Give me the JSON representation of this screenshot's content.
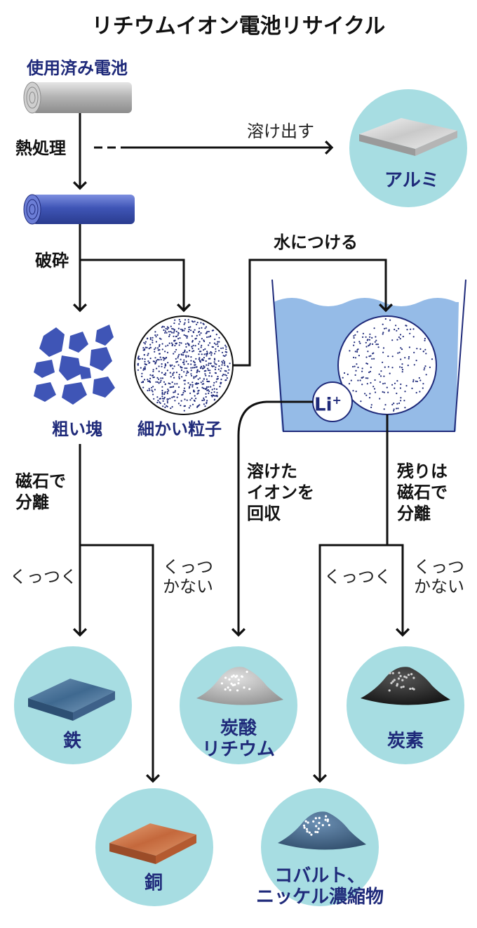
{
  "title": "リチウムイオン電池リサイクル",
  "nodes": {
    "used_battery": "使用済み電池",
    "aluminum": "アルミ",
    "coarse_lumps": "粗い塊",
    "fine_particles": "細かい粒子",
    "iron": "鉄",
    "copper": "銅",
    "lithium_carbonate_1": "炭酸",
    "lithium_carbonate_2": "リチウム",
    "carbon": "炭素",
    "cobalt_nickel_1": "コバルト、",
    "cobalt_nickel_2": "ニッケル濃縮物",
    "li_ion": "Li",
    "li_plus": "+"
  },
  "steps": {
    "heat_treatment": "熱処理",
    "dissolve_out": "溶け出す",
    "crushing": "破砕",
    "soak_in_water": "水につける",
    "magnet_separation_1": "磁石で",
    "magnet_separation_2": "分離",
    "sticks_left": "くっつく",
    "not_stick_left_1": "くっつ",
    "not_stick_left_2": "かない",
    "recover_ions_1": "溶けた",
    "recover_ions_2": "イオンを",
    "recover_ions_3": "回収",
    "remaining_1": "残りは",
    "remaining_2": "磁石で",
    "remaining_3": "分離",
    "sticks_right": "くっつく",
    "not_stick_right_1": "くっつ",
    "not_stick_right_2": "かない"
  },
  "colors": {
    "circle_fill": "#a7dde2",
    "navy": "#1f2a7a",
    "battery_blue": "#3f55b6",
    "water": "#8fb7e6"
  }
}
